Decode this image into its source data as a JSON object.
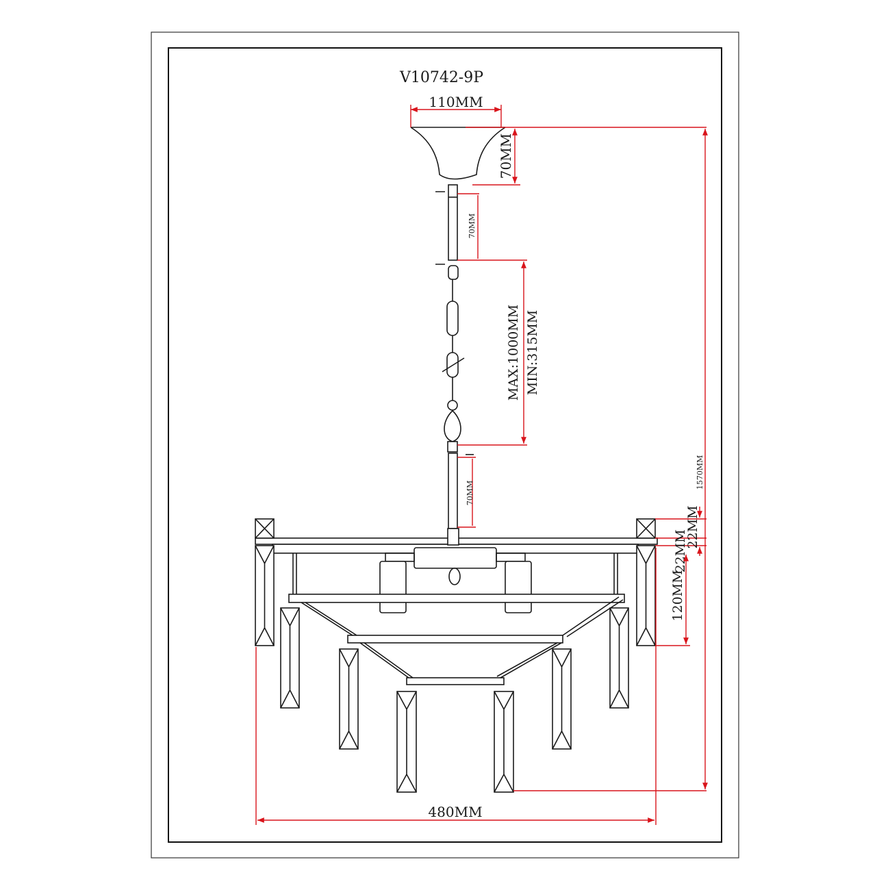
{
  "drawing": {
    "model": "V10742-9P",
    "dimensions": {
      "canopy_width": "110MM",
      "canopy_height": "70MM",
      "upper_rod": "70MM",
      "chain_max": "MAX:1000MM",
      "chain_min": "MIN:315MM",
      "lower_rod": "70MM",
      "total_height": "1570MM",
      "frame_top": "22MM",
      "frame_bar": "22MM",
      "crystal_drop": "120MM",
      "overall_width": "480MM"
    },
    "colors": {
      "line": "#1a1a1a",
      "dimension": "#d9141b"
    }
  }
}
